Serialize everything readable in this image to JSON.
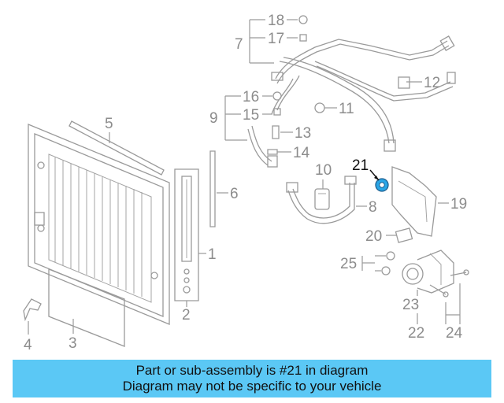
{
  "callouts": {
    "c1": "1",
    "c2": "2",
    "c3": "3",
    "c4": "4",
    "c5": "5",
    "c6": "6",
    "c7": "7",
    "c8": "8",
    "c9": "9",
    "c10": "10",
    "c11": "11",
    "c12": "12",
    "c13": "13",
    "c14": "14",
    "c15": "15",
    "c16": "16",
    "c17": "17",
    "c18": "18",
    "c19": "19",
    "c20": "20",
    "c21": "21",
    "c22": "22",
    "c23": "23",
    "c24": "24",
    "c25": "25"
  },
  "highlighted_part": "21",
  "colors": {
    "highlight": "#2aa6e6",
    "banner": "#5bc8f5",
    "linework": "#9a9a9a"
  },
  "banner": {
    "line1": "Part or sub-assembly is #21 in diagram",
    "line2": "Diagram may not be specific to your vehicle"
  }
}
